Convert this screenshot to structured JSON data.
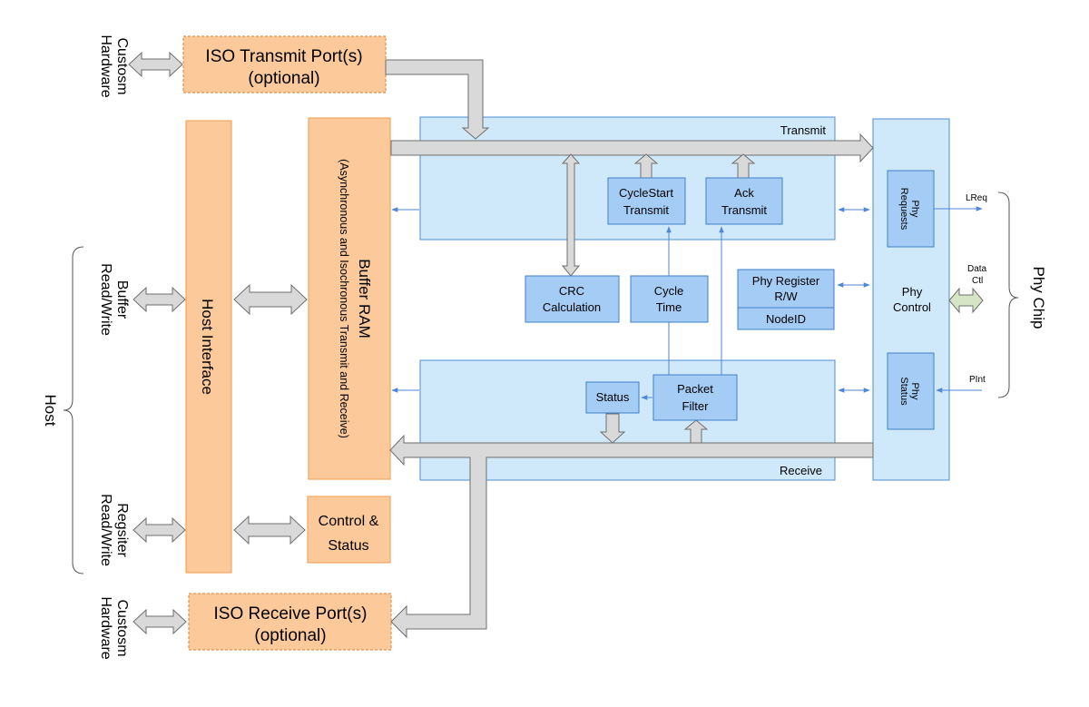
{
  "labels": {
    "iso_transmit_line1": "ISO Transmit Port(s)",
    "iso_transmit_line2": "(optional)",
    "iso_receive_line1": "ISO Receive Port(s)",
    "iso_receive_line2": "(optional)",
    "custom_hw_top_1": "Custosm",
    "custom_hw_top_2": "Hardware",
    "custom_hw_bottom_1": "Custosm",
    "custom_hw_bottom_2": "Hardware",
    "buffer_rw_1": "Buffer",
    "buffer_rw_2": "Read/Write",
    "register_rw_1": "Regsiter",
    "register_rw_2": "Read/Write",
    "host": "Host",
    "host_interface": "Host Interface",
    "buffer_ram": "Buffer RAM",
    "buffer_ram_sub": "(Asynchronous and Isochronous Transmit and Receive)",
    "control_status_1": "Control &",
    "control_status_2": "Status",
    "transmit": "Transmit",
    "receive": "Receive",
    "cyclestart_1": "CycleStart",
    "cyclestart_2": "Transmit",
    "ack_1": "Ack",
    "ack_2": "Transmit",
    "crc_1": "CRC",
    "crc_2": "Calculation",
    "cycle_time_1": "Cycle",
    "cycle_time_2": "Time",
    "phy_register_1": "Phy Register",
    "phy_register_2": "R/W",
    "node_id": "NodeID",
    "status": "Status",
    "packet_filter_1": "Packet",
    "packet_filter_2": "Filter",
    "phy_requests_1": "Phy",
    "phy_requests_2": "Requests",
    "phy_control_1": "Phy",
    "phy_control_2": "Control",
    "phy_status_1": "Phy",
    "phy_status_2": "Status",
    "lreq": "LReq",
    "data": "Data",
    "ctl": "Ctl",
    "pint": "PInt",
    "phy_chip": "Phy Chip"
  },
  "colors": {
    "orange_fill": "#fcc99a",
    "light_blue_fill": "#cfe9fb",
    "mid_blue_fill": "#a4ccf5",
    "bus_gray": "#d9d9d9",
    "signal_blue": "#4f86d6",
    "data_ctl_green": "#d6e5c6"
  }
}
